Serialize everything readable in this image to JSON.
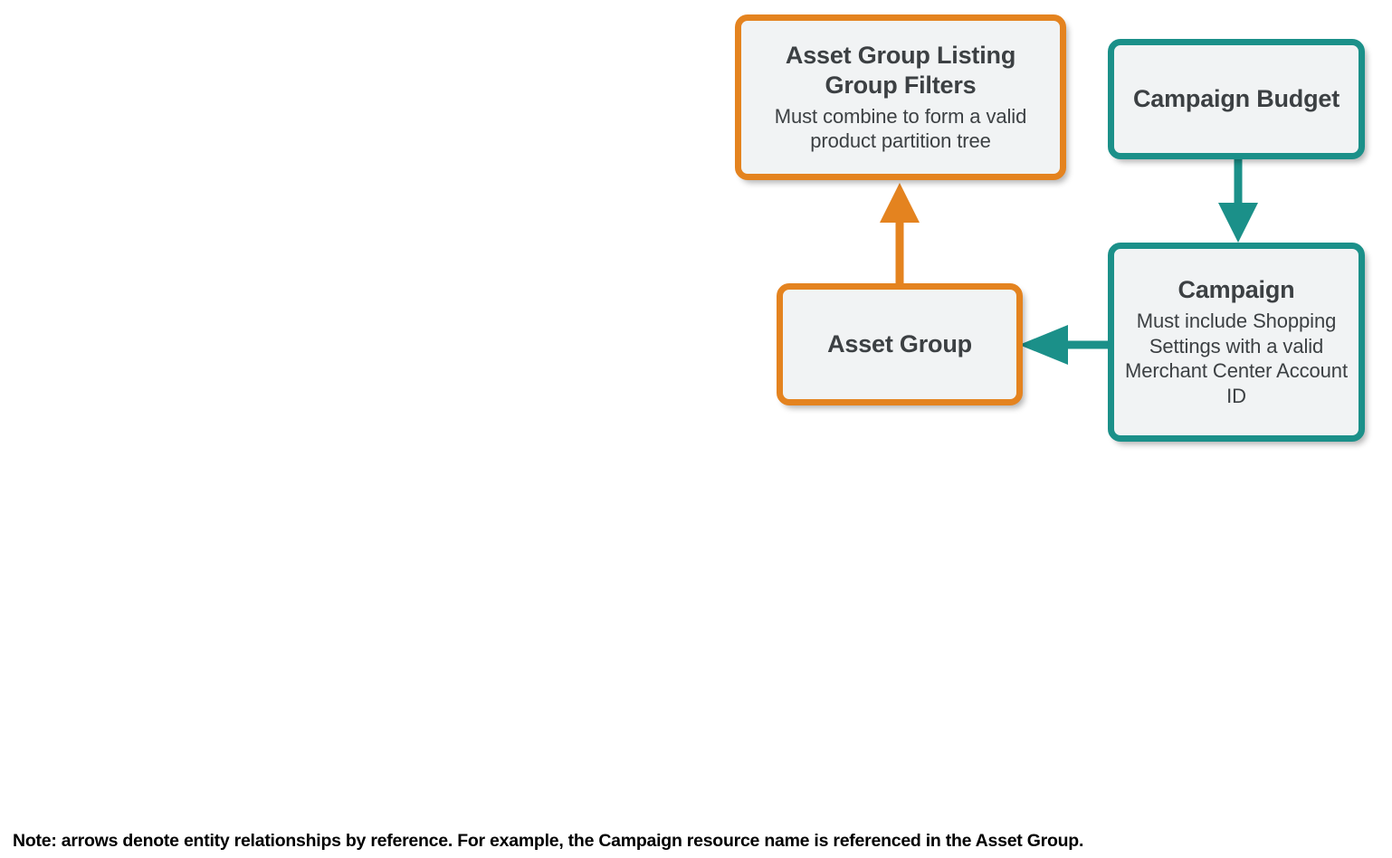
{
  "diagram": {
    "nodes": [
      {
        "id": "asset-group-listing-group-filters",
        "title": "Asset Group Listing Group Filters",
        "description": "Must combine to form a valid product partition tree",
        "border_color": "#e4831f",
        "fill_color": "#f1f3f4",
        "text_color": "#3c4043"
      },
      {
        "id": "campaign-budget",
        "title": "Campaign Budget",
        "description": "",
        "border_color": "#1b9089",
        "fill_color": "#f1f3f4",
        "text_color": "#3c4043"
      },
      {
        "id": "asset-group",
        "title": "Asset Group",
        "description": "",
        "border_color": "#e4831f",
        "fill_color": "#f1f3f4",
        "text_color": "#3c4043"
      },
      {
        "id": "campaign",
        "title": "Campaign",
        "description": "Must include Shopping Settings with a valid Merchant Center Account ID",
        "border_color": "#1b9089",
        "fill_color": "#f1f3f4",
        "text_color": "#3c4043"
      }
    ],
    "edges": [
      {
        "id": "asset-group-to-listing-group-filters",
        "from": "asset-group",
        "to": "asset-group-listing-group-filters",
        "direction": "up",
        "color": "#e4831f"
      },
      {
        "id": "campaign-budget-to-campaign",
        "from": "campaign-budget",
        "to": "campaign",
        "direction": "down",
        "color": "#1b9089"
      },
      {
        "id": "campaign-to-asset-group",
        "from": "campaign",
        "to": "asset-group",
        "direction": "left",
        "color": "#1b9089"
      }
    ],
    "note": "Note: arrows denote entity relationships by reference. For example, the Campaign resource name is referenced in the Asset Group."
  }
}
